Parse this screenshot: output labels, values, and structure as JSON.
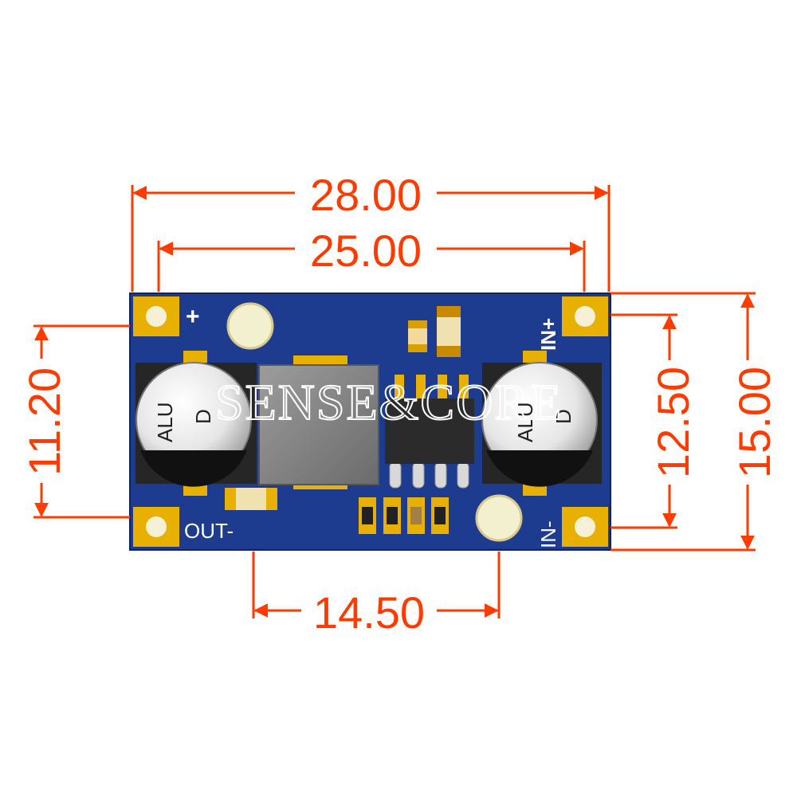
{
  "dimensions": {
    "width_outer": "28.00",
    "width_holes": "25.00",
    "height_pads_left": "11.20",
    "height_pads_right": "12.50",
    "height_outer": "15.00",
    "spacing_bottom": "14.50"
  },
  "board_labels": {
    "out_plus": "+",
    "out_minus": "OUT-",
    "in_plus": "IN+",
    "in_minus": "IN-"
  },
  "capacitor_labels": {
    "left_line1": "ALU",
    "left_line2": "D",
    "right_line1": "ALU",
    "right_line2": "D"
  },
  "watermark": "SENSE&CORE",
  "colors": {
    "dimension": "#ff3b00",
    "pcb": "#1d3c8f",
    "pad": "#e8b000"
  }
}
